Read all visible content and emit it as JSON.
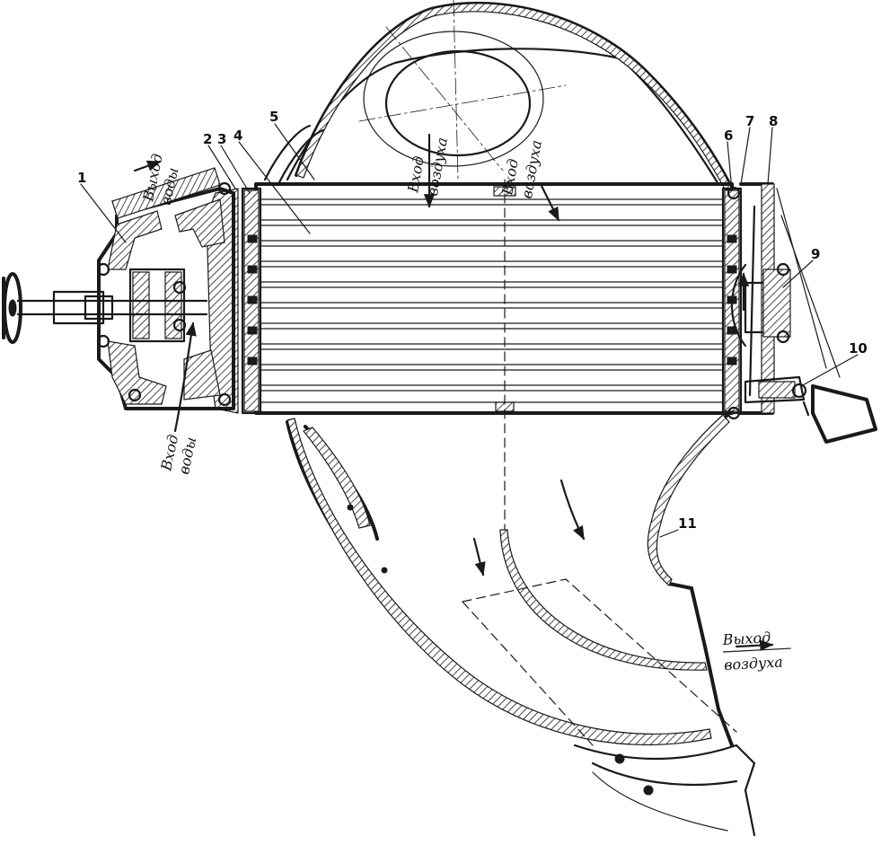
{
  "callouts": [
    "1",
    "2",
    "3",
    "4",
    "5",
    "6",
    "7",
    "8",
    "9",
    "10",
    "11"
  ],
  "flow_labels": {
    "water_out": [
      "Выход",
      "воды"
    ],
    "water_in": [
      "Вход",
      "воды"
    ],
    "air_in_left": [
      "Вход",
      "воздуха"
    ],
    "air_in_right": [
      "Вход",
      "воздуха"
    ],
    "air_out": [
      "Выход",
      "воздуха"
    ]
  },
  "colors": {
    "ink": "#1a1a1a",
    "paper": "#ffffff"
  }
}
